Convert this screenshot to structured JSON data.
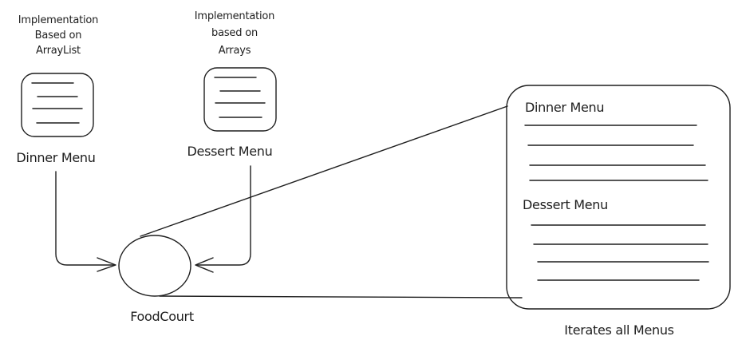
{
  "diagram": {
    "stroke_color": "#1e1e1e",
    "background": "#ffffff",
    "dinner_source": {
      "note_lines": [
        "Implementation",
        "Based on",
        "ArrayList"
      ],
      "label": "Dinner Menu",
      "icon": "list-document-icon"
    },
    "dessert_source": {
      "note_lines": [
        "Implementation",
        "based on",
        "Arrays"
      ],
      "label": "Dessert Menu",
      "icon": "list-document-icon"
    },
    "hub": {
      "label": "FoodCourt",
      "shape": "ellipse"
    },
    "combined_view": {
      "sections": [
        {
          "title": "Dinner Menu",
          "item_count": 4
        },
        {
          "title": "Dessert Menu",
          "item_count": 4
        }
      ],
      "caption": "Iterates all Menus"
    }
  }
}
